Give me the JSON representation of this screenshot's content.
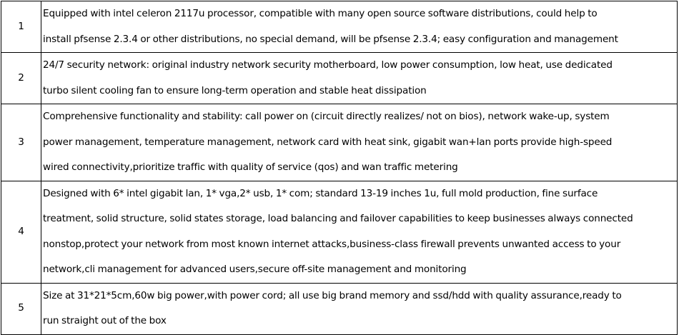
{
  "rows": [
    {
      "number": "1",
      "lines": [
        "Equipped with intel celeron 2117u processor, compatible with many open source software distributions, could help to",
        "install pfsense 2.3.4 or other distributions, no special demand, will be pfsense 2.3.4; easy configuration and management"
      ]
    },
    {
      "number": "2",
      "lines": [
        "24/7 security network: original industry network security motherboard, low power consumption, low heat, use dedicated",
        "turbo silent cooling fan to ensure long-term operation and stable heat dissipation"
      ]
    },
    {
      "number": "3",
      "lines": [
        "Comprehensive functionality and stability: call power on (circuit directly realizes/ not on bios), network wake-up, system",
        "power management, temperature management, network card with heat sink, gigabit wan+lan ports provide high-speed",
        "wired connectivity,prioritize traffic with quality of service (qos) and wan traffic metering"
      ]
    },
    {
      "number": "4",
      "lines": [
        "Designed with 6* intel gigabit lan, 1* vga,2* usb, 1* com; standard 13-19 inches 1u, full mold production, fine surface",
        "treatment, solid structure, solid states storage, load balancing and failover capabilities to keep businesses always connected",
        "nonstop,protect your network from most known internet attacks,business-class firewall prevents unwanted access to your",
        "network,cli management for advanced users,secure off-site management and monitoring"
      ]
    },
    {
      "number": "5",
      "lines": [
        "Size at 31*21*5cm,60w big power,with power cord; all use big brand memory and ssd/hdd with quality assurance,ready to",
        "run straight out of the box"
      ]
    }
  ]
}
